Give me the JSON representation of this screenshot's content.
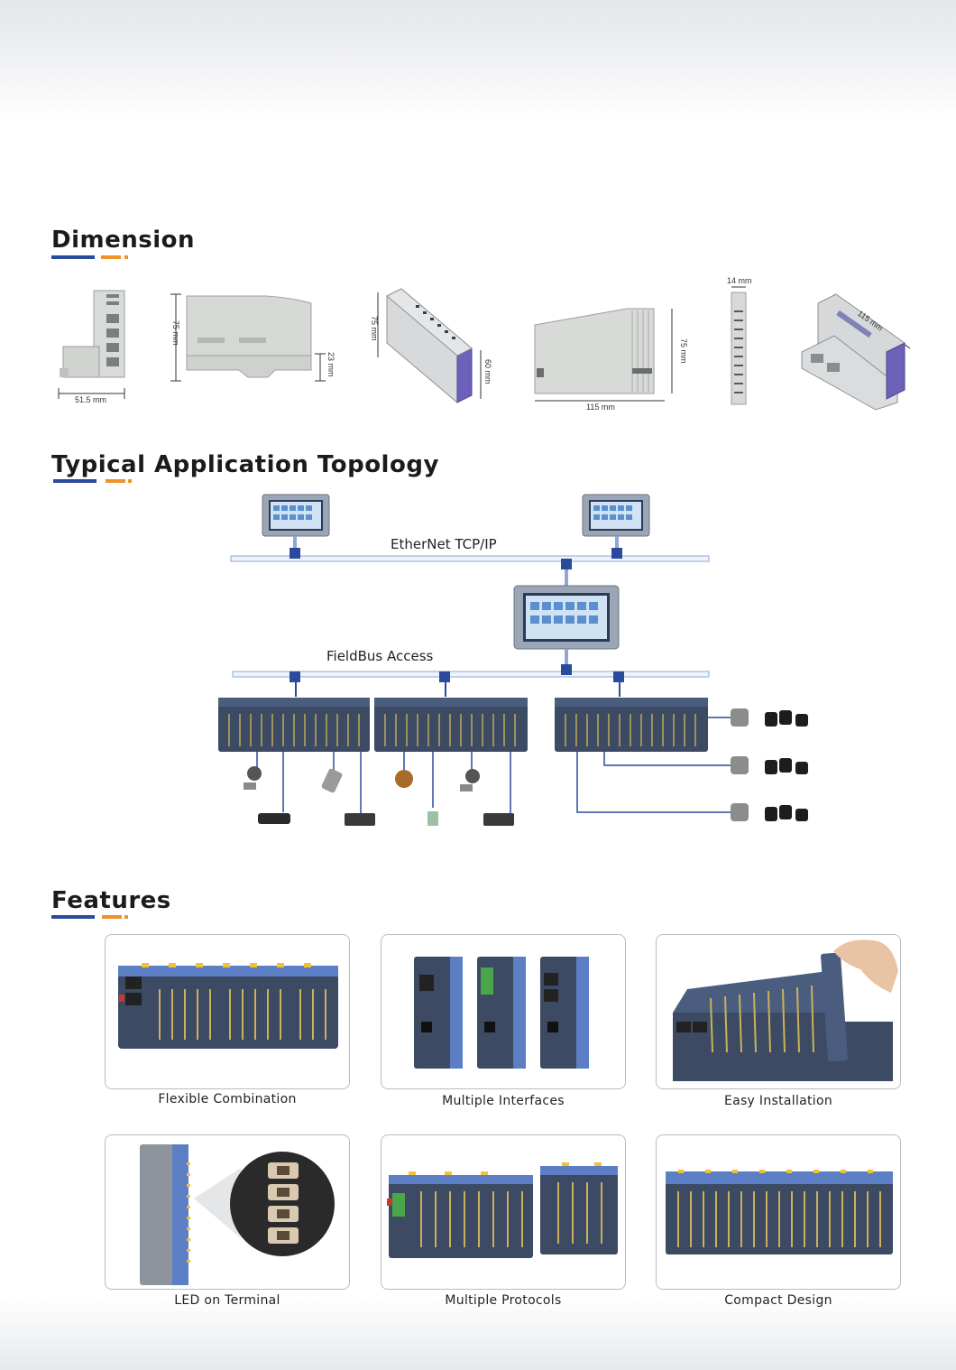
{
  "sections": {
    "dimension": {
      "title": "Dimension"
    },
    "topology": {
      "title": "Typical Application Topology"
    },
    "features": {
      "title": "Features"
    }
  },
  "dimensions": [
    {
      "label": "51.5 mm"
    },
    {
      "label_height": "75 mm",
      "label_bottom": "23 mm"
    },
    {
      "label_height": "75 mm",
      "label_bottom": "60 mm"
    },
    {
      "label_height": "75 mm",
      "label_width": "115 mm"
    },
    {
      "label": "14 mm"
    },
    {
      "label": "115 mm"
    }
  ],
  "topology": {
    "ethernet_label": "EtherNet TCP/IP",
    "fieldbus_label": "FieldBus Access"
  },
  "features": [
    {
      "caption": "Flexible Combination"
    },
    {
      "caption": "Multiple Interfaces"
    },
    {
      "caption": "Easy Installation"
    },
    {
      "caption": "LED on Terminal"
    },
    {
      "caption": "Multiple Protocols"
    },
    {
      "caption": "Compact Design"
    }
  ],
  "colors": {
    "accent_blue": "#2a4a9c",
    "accent_orange": "#f0922b",
    "module_body": "#3c4a63",
    "module_blue": "#5b7ec4",
    "module_yellow": "#f2c331",
    "bus_line": "#b7c7e6",
    "bus_node": "#2a4a9c"
  }
}
